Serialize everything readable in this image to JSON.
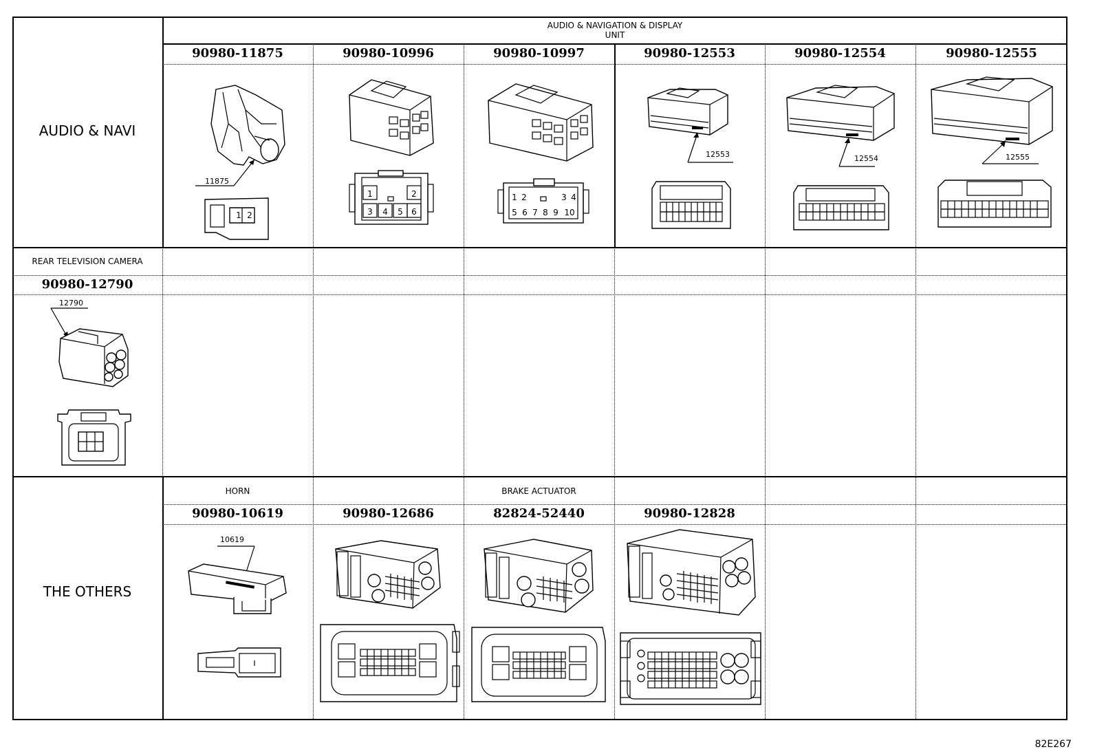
{
  "sections": {
    "audio_navi": "AUDIO & NAVI",
    "rear_camera": "REAR TELEVISION CAMERA",
    "others": "THE OTHERS"
  },
  "headers": {
    "audio_nav_unit_line1": "AUDIO & NAVIGATION & DISPLAY",
    "audio_nav_unit_line2": "UNIT",
    "horn": "HORN",
    "brake_actuator": "BRAKE ACTUATOR"
  },
  "parts": {
    "p11875": "90980-11875",
    "p10996": "90980-10996",
    "p10997": "90980-10997",
    "p12553": "90980-12553",
    "p12554": "90980-12554",
    "p12555": "90980-12555",
    "p12790": "90980-12790",
    "p10619": "90980-10619",
    "p12686": "90980-12686",
    "p52440": "82824-52440",
    "p12828": "90980-12828"
  },
  "callouts": {
    "c11875": "11875",
    "c12553": "12553",
    "c12554": "12554",
    "c12555": "12555",
    "c12790": "12790",
    "c10619": "10619"
  },
  "pins": {
    "p11875": [
      "1",
      "2"
    ],
    "p10996": [
      "1",
      "2",
      "3",
      "4",
      "5",
      "6"
    ],
    "p10997": [
      "1",
      "2",
      "3",
      "4",
      "5",
      "6",
      "7",
      "8",
      "9",
      "10"
    ]
  },
  "footer": "82E267"
}
